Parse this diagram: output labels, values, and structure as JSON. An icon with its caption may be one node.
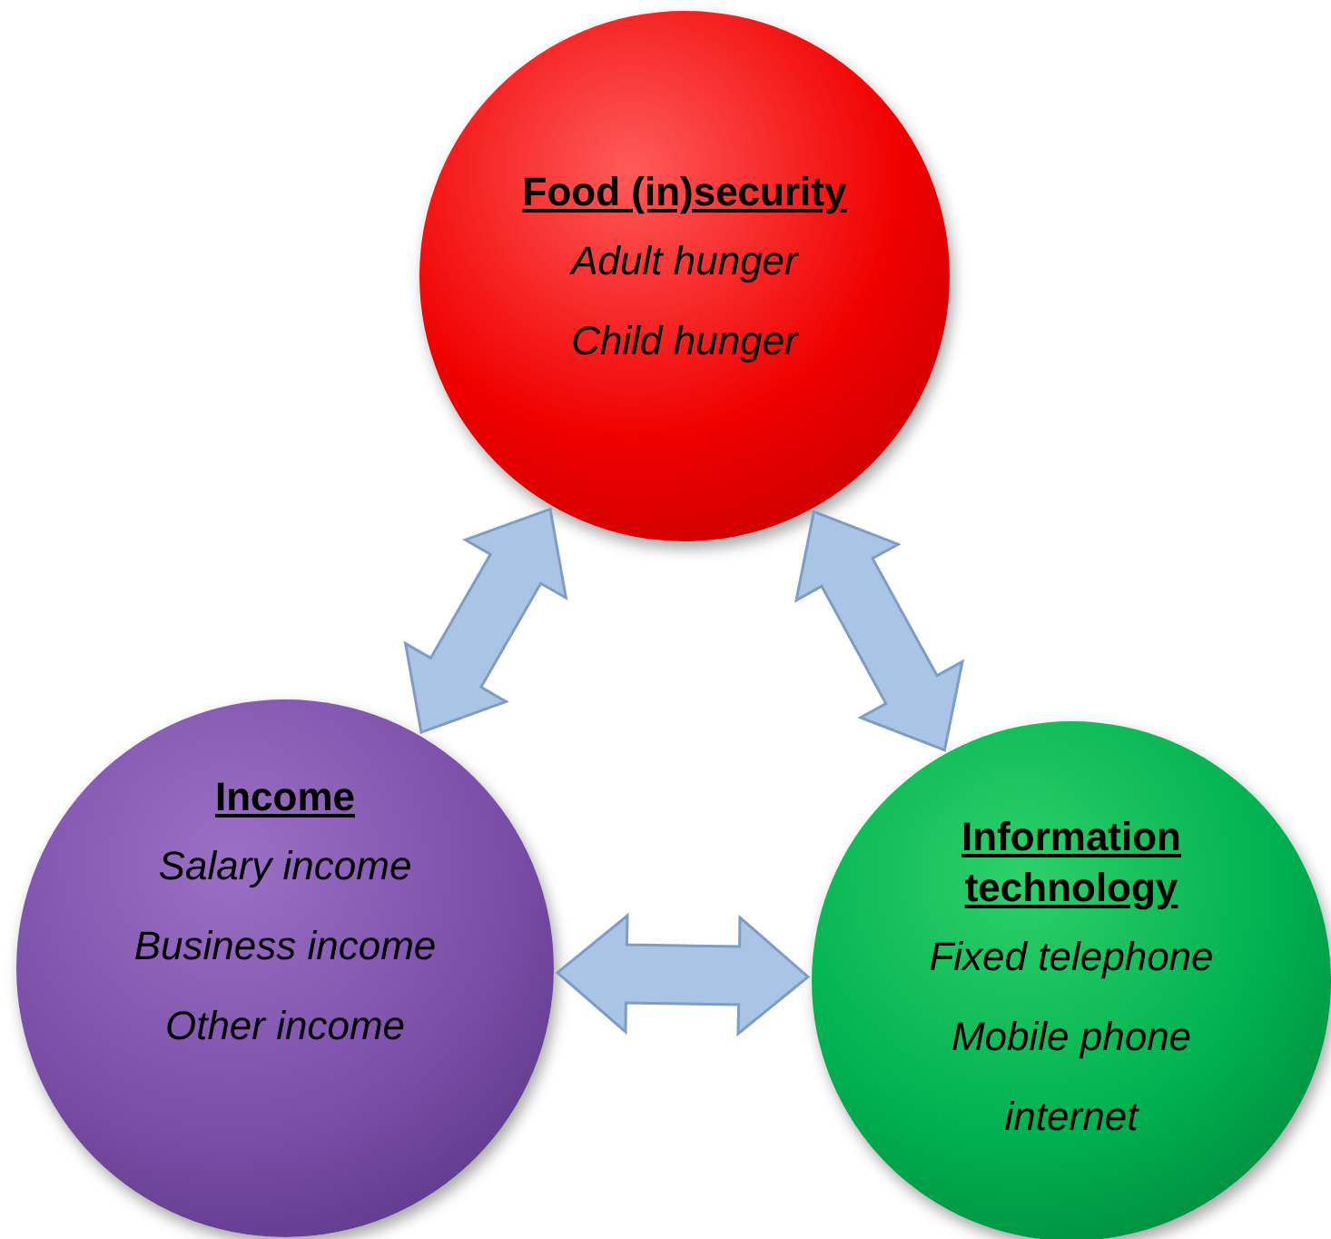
{
  "diagram": {
    "nodes": [
      {
        "text": [
          "Food (in)security",
          "Adult hunger",
          "Child hunger"
        ]
      },
      {
        "text": [
          "Income",
          "Salary income",
          "Business income",
          "Other income"
        ]
      },
      {
        "text": [
          "Information technology",
          "Fixed telephone",
          "Mobile phone",
          "internet"
        ]
      }
    ],
    "edges": [
      {
        "from": 1,
        "to": 0,
        "arrow": "both"
      },
      {
        "from": 0,
        "to": 2,
        "arrow": "both"
      },
      {
        "from": 1,
        "to": 2,
        "arrow": "both"
      }
    ]
  }
}
